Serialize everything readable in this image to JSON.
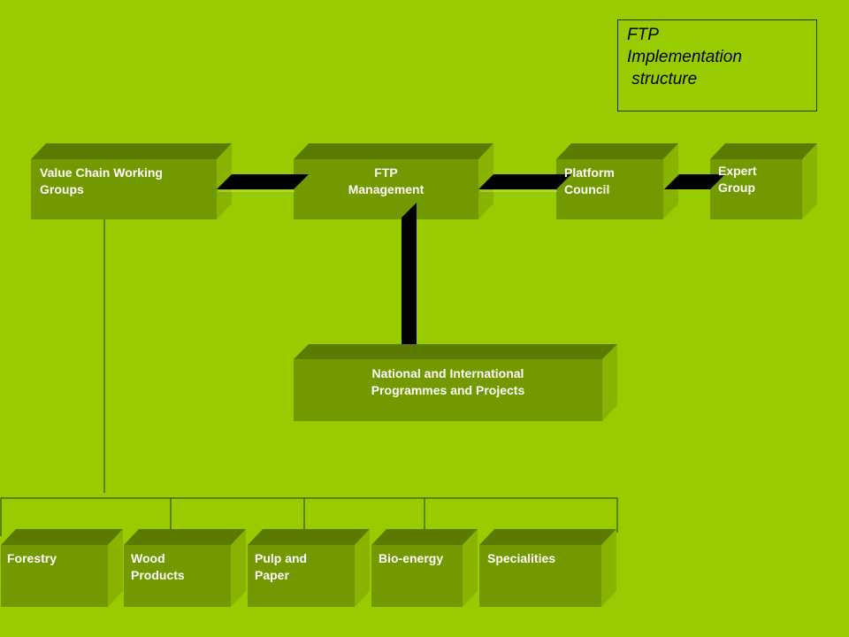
{
  "title": {
    "lines": "FTP\nImplementation\n structure"
  },
  "boxes": {
    "value_chain": "Value Chain Working\nGroups",
    "ftp_management": "FTP\nManagement",
    "platform_council": "Platform\nCouncil",
    "expert_group": "Expert\nGroup",
    "national_programmes": "National and International\nProgrammes and Projects",
    "forestry": "Forestry",
    "wood_products": "Wood\nProducts",
    "pulp_paper": "Pulp and\nPaper",
    "bio_energy": "Bio-energy",
    "specialities": "Specialities"
  },
  "colors": {
    "background": "#99cc00",
    "box_front": "#729900",
    "box_top": "#5a7a00",
    "box_side": "#88b300",
    "connector": "#000000",
    "label_text": "#ffffff"
  }
}
